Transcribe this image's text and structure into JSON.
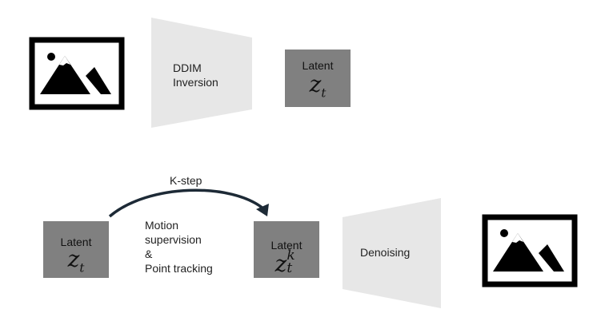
{
  "encoder": {
    "label_line1": "DDIM",
    "label_line2": "Inversion"
  },
  "latent_top": {
    "label": "Latent",
    "symbol": "z",
    "subscript": "t"
  },
  "arrow": {
    "label": "K-step"
  },
  "latent_left": {
    "label": "Latent",
    "symbol": "z",
    "subscript": "t"
  },
  "process": {
    "line1": "Motion",
    "line2": "supervision",
    "line3": "&",
    "line4": "Point tracking"
  },
  "latent_right": {
    "label": "Latent",
    "symbol": "z",
    "subscript": "t",
    "superscript": "k"
  },
  "decoder": {
    "label": "Denoising"
  },
  "icons": {
    "input": "image-icon",
    "output": "image-icon"
  },
  "colors": {
    "latent_fill": "#808080",
    "trapezoid_fill": "#e7e7e7",
    "frame": "#000000",
    "arrow": "#1d2a36"
  }
}
